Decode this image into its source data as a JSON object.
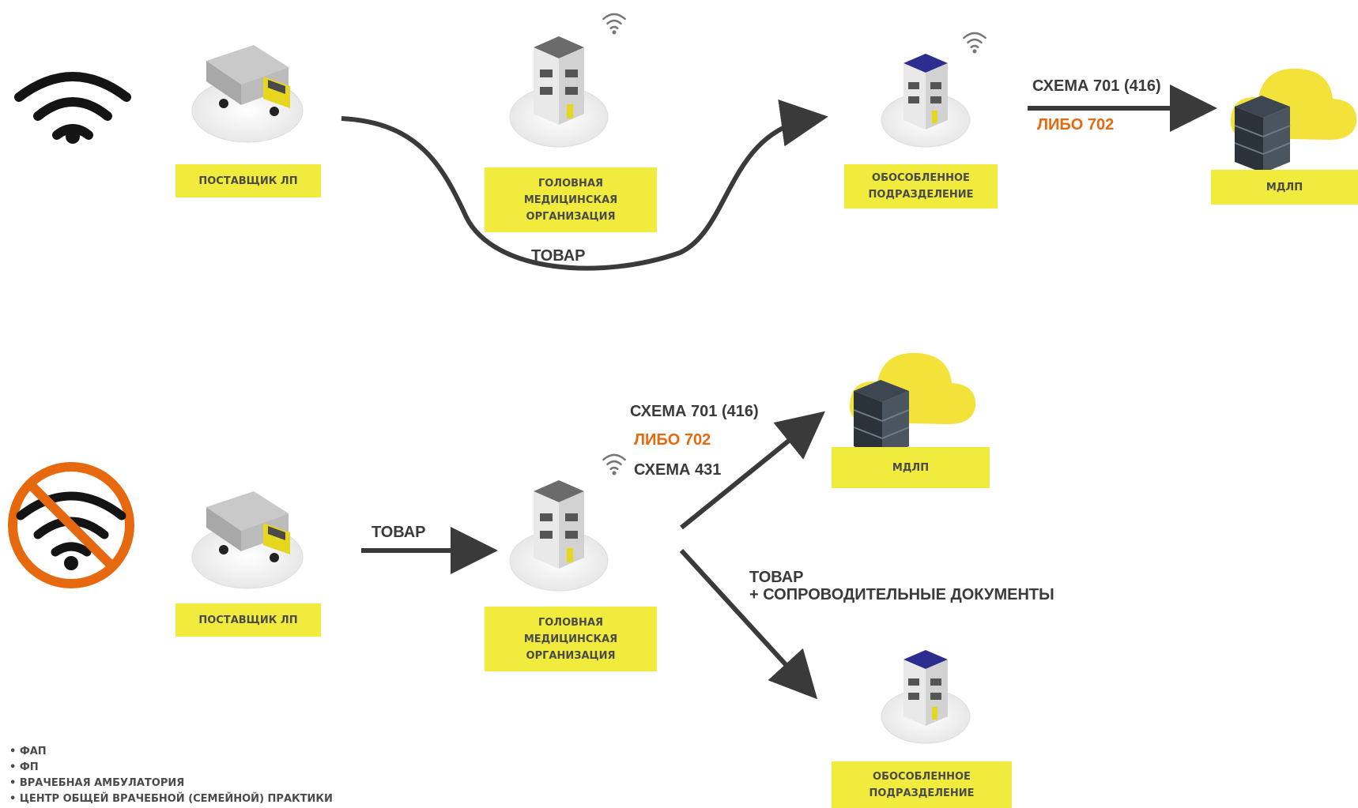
{
  "nodes": {
    "supplier_top": "ПОСТАВЩИК ЛП",
    "head_org_top": "ГОЛОВНАЯ\nМЕДИЦИНСКАЯ\nОРГАНИЗАЦИЯ",
    "branch_top": "ОБОСОБЛЕННОЕ\nПОДРАЗДЕЛЕНИЕ",
    "mdlp_top": "МДЛП",
    "supplier_bottom": "ПОСТАВЩИК ЛП",
    "head_org_bottom": "ГОЛОВНАЯ\nМЕДИЦИНСКАЯ\nОРГАНИЗАЦИЯ",
    "mdlp_bottom": "МДЛП",
    "branch_bottom": "ОБОСОБЛЕННОЕ\nПОДРАЗДЕЛЕНИЕ"
  },
  "flows": {
    "top_goods": "ТОВАР",
    "top_scheme": "СХЕМА 701 (416)",
    "top_alt": "ЛИБО 702",
    "bottom_goods": "ТОВАР",
    "bottom_scheme": "СХЕМА 701 (416)",
    "bottom_alt": "ЛИБО 702",
    "bottom_scheme2": "СХЕМА 431",
    "bottom_goods_docs": "ТОВАР\n+ СОПРОВОДИТЕЛЬНЫЕ ДОКУМЕНТЫ"
  },
  "notes": [
    "ФАП",
    "ФП",
    "ВРАЧЕБНАЯ АМБУЛАТОРИЯ",
    "ЦЕНТР ОБЩЕЙ ВРАЧЕБНОЙ (СЕМЕЙНОЙ) ПРАКТИКИ"
  ],
  "colors": {
    "label_bg": "#f0eb3c",
    "arrow": "#3a3a3a",
    "orange": "#e6690f",
    "building_top_top": "#6b6b6b",
    "building_top_branch": "#2d2d8f",
    "cloud": "#f2e23a"
  },
  "icons": {
    "wifi_on": "wifi-icon",
    "wifi_off": "no-wifi-icon",
    "truck": "truck-icon",
    "building": "building-icon",
    "server_cloud": "server-cloud-icon"
  }
}
